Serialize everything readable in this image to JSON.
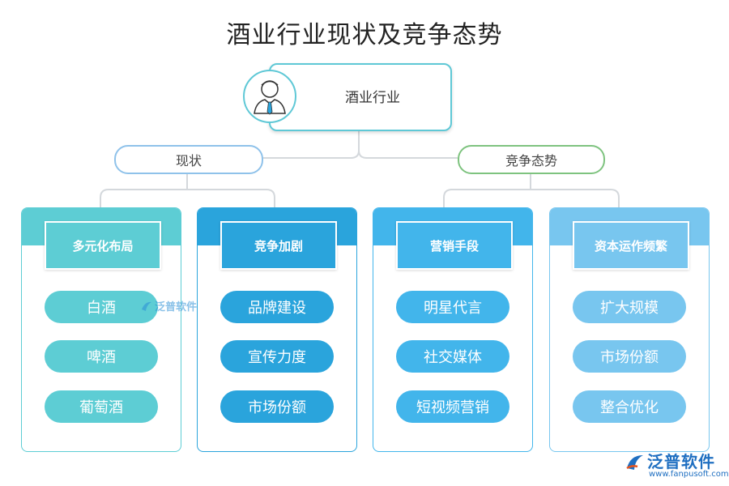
{
  "title": "酒业行业现状及竞争态势",
  "root": {
    "label": "酒业行业",
    "icon": "person-tie-icon"
  },
  "branches": [
    {
      "label": "现状"
    },
    {
      "label": "竞争态势"
    }
  ],
  "columns": [
    {
      "header": "多元化布局",
      "color": "#5dcdd4",
      "items": [
        "白酒",
        "啤酒",
        "葡萄酒"
      ]
    },
    {
      "header": "竞争加剧",
      "color": "#2aa4dc",
      "items": [
        "品牌建设",
        "宣传力度",
        "市场份额"
      ]
    },
    {
      "header": "营销手段",
      "color": "#42b5eb",
      "items": [
        "明星代言",
        "社交媒体",
        "短视频营销"
      ]
    },
    {
      "header": "资本运作频繁",
      "color": "#78c6ef",
      "items": [
        "扩大规模",
        "市场份额",
        "整合优化"
      ]
    }
  ],
  "watermark": {
    "text": "泛普软件"
  },
  "brand": {
    "name": "泛普软件",
    "url": "www.fanpusoft.com",
    "icon": "fanpu-logo-icon"
  }
}
